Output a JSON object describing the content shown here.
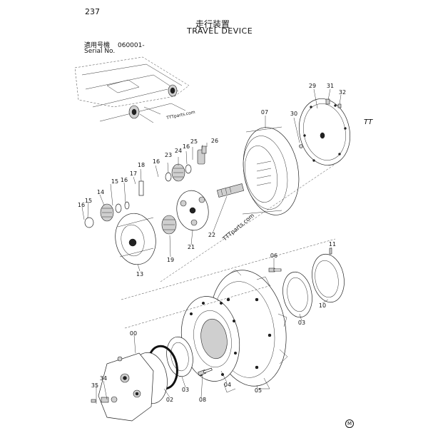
{
  "page": {
    "number": "237"
  },
  "title": {
    "japanese": "走行装置",
    "english": "TRAVEL DEVICE"
  },
  "serial": {
    "label_jp": "適用号機",
    "label_en": "Serial No.",
    "value": "060001-"
  },
  "watermarks": [
    "TTTparts.com",
    "TTTparts.com"
  ],
  "corner_mark": "TT",
  "footer_mark": "M",
  "callouts": {
    "p00": "00",
    "p02": "02",
    "p03a": "03",
    "p03b": "03",
    "p04": "04",
    "p05": "05",
    "p06": "06",
    "p07": "07",
    "p08": "08",
    "p10": "10",
    "p11": "11",
    "p13": "13",
    "p14": "14",
    "p15a": "15",
    "p15b": "15",
    "p16a": "16",
    "p16b": "16",
    "p16c": "16",
    "p16d": "16",
    "p17": "17",
    "p18": "18",
    "p19": "19",
    "p21": "21",
    "p22": "22",
    "p23": "23",
    "p24": "24",
    "p25": "25",
    "p26": "26",
    "p29": "29",
    "p30": "30",
    "p31": "31",
    "p32": "32",
    "p34": "34",
    "p35": "35"
  }
}
